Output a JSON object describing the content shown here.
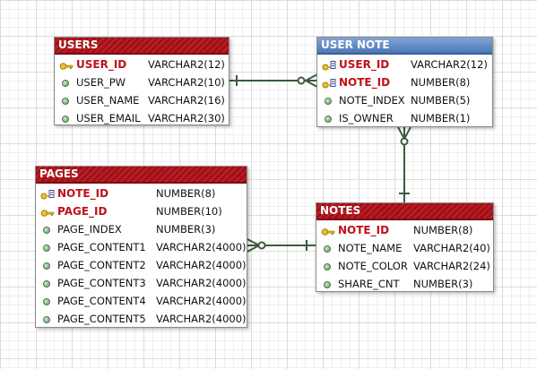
{
  "tables": {
    "users": {
      "name": "USERS",
      "columns": [
        {
          "name": "USER_ID",
          "type": "VARCHAR2(12)",
          "icon": "primary-key-icon"
        },
        {
          "name": "USER_PW",
          "type": "VARCHAR2(10)",
          "icon": "column-dot-icon"
        },
        {
          "name": "USER_NAME",
          "type": "VARCHAR2(16)",
          "icon": "column-dot-icon"
        },
        {
          "name": "USER_EMAIL",
          "type": "VARCHAR2(30)",
          "icon": "column-dot-icon"
        }
      ]
    },
    "user_note": {
      "name": "USER NOTE",
      "columns": [
        {
          "name": "USER_ID",
          "type": "VARCHAR2(12)",
          "icon": "primary-foreign-key-icon"
        },
        {
          "name": "NOTE_ID",
          "type": "NUMBER(8)",
          "icon": "primary-foreign-key-icon"
        },
        {
          "name": "NOTE_INDEX",
          "type": "NUMBER(5)",
          "icon": "column-dot-icon"
        },
        {
          "name": "IS_OWNER",
          "type": "NUMBER(1)",
          "icon": "column-dot-icon"
        }
      ]
    },
    "pages": {
      "name": "PAGES",
      "columns": [
        {
          "name": "NOTE_ID",
          "type": "NUMBER(8)",
          "icon": "primary-foreign-key-icon"
        },
        {
          "name": "PAGE_ID",
          "type": "NUMBER(10)",
          "icon": "primary-key-icon"
        },
        {
          "name": "PAGE_INDEX",
          "type": "NUMBER(3)",
          "icon": "column-dot-icon"
        },
        {
          "name": "PAGE_CONTENT1",
          "type": "VARCHAR2(4000)",
          "icon": "column-dot-icon"
        },
        {
          "name": "PAGE_CONTENT2",
          "type": "VARCHAR2(4000)",
          "icon": "column-dot-icon"
        },
        {
          "name": "PAGE_CONTENT3",
          "type": "VARCHAR2(4000)",
          "icon": "column-dot-icon"
        },
        {
          "name": "PAGE_CONTENT4",
          "type": "VARCHAR2(4000)",
          "icon": "column-dot-icon"
        },
        {
          "name": "PAGE_CONTENT5",
          "type": "VARCHAR2(4000)",
          "icon": "column-dot-icon"
        }
      ]
    },
    "notes": {
      "name": "NOTES",
      "columns": [
        {
          "name": "NOTE_ID",
          "type": "NUMBER(8)",
          "icon": "primary-key-icon"
        },
        {
          "name": "NOTE_NAME",
          "type": "VARCHAR2(40)",
          "icon": "column-dot-icon"
        },
        {
          "name": "NOTE_COLOR",
          "type": "VARCHAR2(24)",
          "icon": "column-dot-icon"
        },
        {
          "name": "SHARE_CNT",
          "type": "NUMBER(3)",
          "icon": "column-dot-icon"
        }
      ]
    }
  },
  "colors": {
    "header_red": "#a30f16",
    "header_blue": "#4d78b4",
    "key_text": "#c0101a",
    "relationship_line": "#3d5a3d"
  }
}
